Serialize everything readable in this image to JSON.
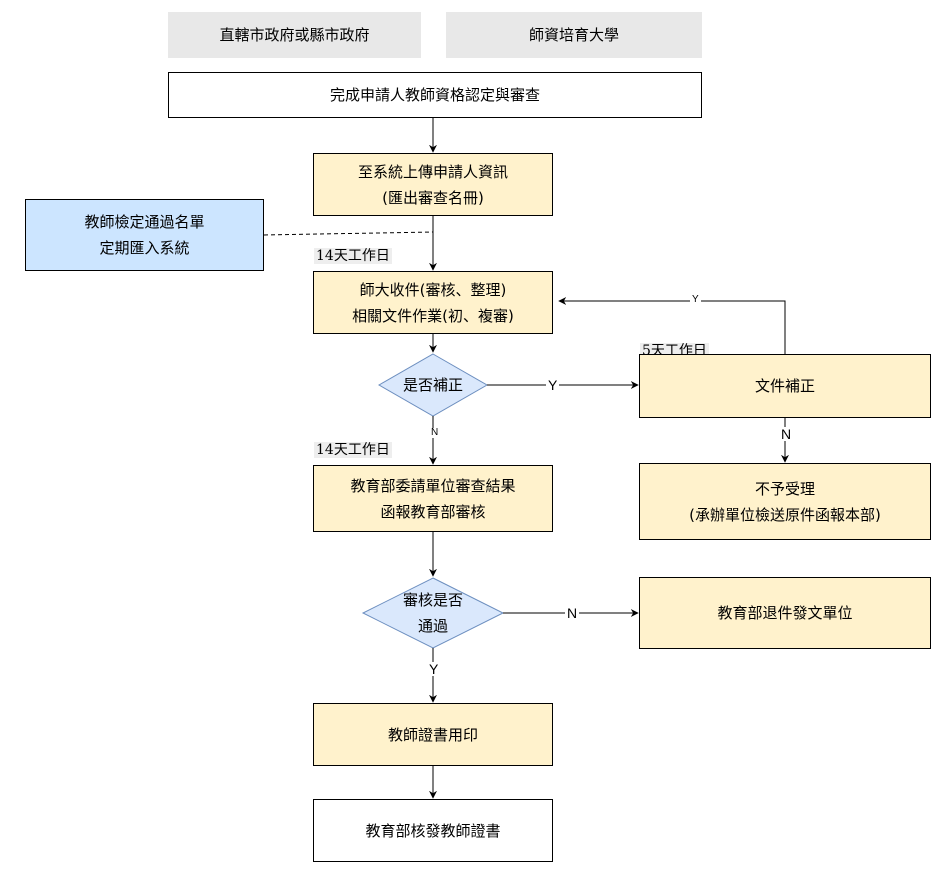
{
  "header": {
    "gov": "直轄市政府或縣市政府",
    "univ": "師資培育大學"
  },
  "nodes": {
    "complete_review": "完成申請人教師資格認定與審查",
    "upload_line1": "至系統上傳申請人資訊",
    "upload_line2": "(匯出審查名冊)",
    "exam_line1": "教師檢定通過名單",
    "exam_line2": "定期匯入系統",
    "receive_line1": "師大收件(審核、整理)",
    "receive_line2": "相關文件作業(初、複審)",
    "need_fix": "是否補正",
    "doc_fix": "文件補正",
    "reject_line1": "不予受理",
    "reject_line2": "(承辦單位檢送原件函報本部)",
    "moe_review_line1": "教育部委請單位審查結果",
    "moe_review_line2": "函報教育部審核",
    "approved_line1": "審核是否",
    "approved_line2": "通過",
    "return_docs": "教育部退件發文單位",
    "seal": "教師證書用印",
    "issue": "教育部核發教師證書"
  },
  "notes": {
    "days14_a": "14天工作日",
    "days14_b": "14天工作日",
    "days5": "5天工作日"
  },
  "edge_labels": {
    "fix_yes": "Y",
    "fix_no": "N",
    "fix_loop_yes": "Y",
    "docfix_no": "N",
    "approve_no": "N",
    "approve_yes": "Y"
  },
  "colors": {
    "header_fill": "#e8e8e8",
    "process_fill": "#fff2cc",
    "import_fill": "#cce5ff",
    "decision_fill": "#dae8fc",
    "decision_stroke": "#6c8ebf",
    "line": "#000000"
  }
}
